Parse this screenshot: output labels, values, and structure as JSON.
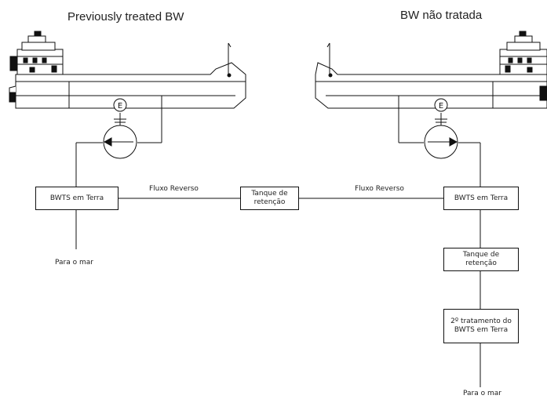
{
  "titles": {
    "left": "Previously treated BW",
    "right": "BW não tratada"
  },
  "flow": {
    "left_label": "Fluxo Reverso",
    "right_label": "Fluxo Reverso"
  },
  "boxes": {
    "left_bwts": "BWTS em Terra",
    "center_tank": "Tanque de retenção",
    "right_bwts": "BWTS em Terra",
    "right_tank": "Tanque de retenção",
    "second_treatment": "2º tratamento do BWTS em Terra"
  },
  "outlets": {
    "left": "Para o mar",
    "right": "Para o mar"
  },
  "pump_symbol": "E",
  "colors": {
    "line": "#111111",
    "text": "#222222",
    "background": "#ffffff"
  }
}
